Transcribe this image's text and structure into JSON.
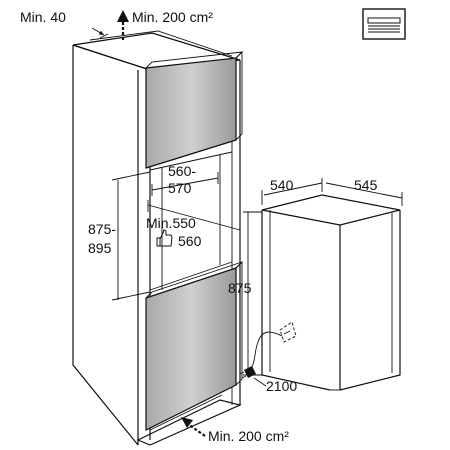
{
  "labels": {
    "min_top_gap": "Min. 40",
    "top_vent": "Min. 200 cm²",
    "niche_width_a": "560-",
    "niche_width_b": "570",
    "niche_height_a": "875-",
    "niche_height_b": "895",
    "min_depth": "Min.550",
    "rec_depth": "560",
    "bottom_vent": "Min. 200 cm²",
    "app_width": "540",
    "app_depth": "545",
    "app_height": "875",
    "cable_length": "2100"
  },
  "icons": [
    "ventilation-icon",
    "thumbs-up-icon",
    "plug-icon",
    "socket-icon"
  ],
  "colors": {
    "panel_gray": "#9a9a9a",
    "line": "#111111"
  }
}
